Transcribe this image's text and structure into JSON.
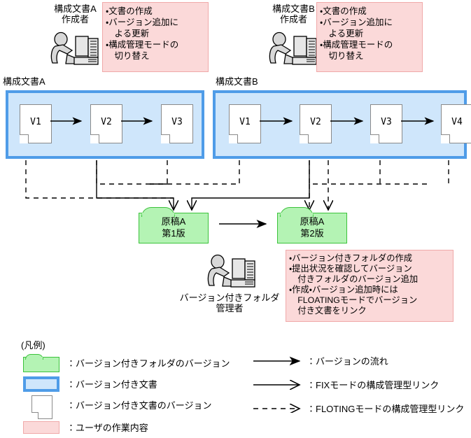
{
  "diagram": {
    "actors": [
      {
        "id": "author-a",
        "label": "構成文書A\n作成者",
        "icon": "person-at-computer-icon",
        "tasks": "・文書の作成\n・バージョン追加に\n　よる更新\n・構成管理モードの\n　切り替え"
      },
      {
        "id": "author-b",
        "label": "構成文書B\n作成者",
        "icon": "person-at-computer-icon",
        "tasks": "・文書の作成\n・バージョン追加に\n　よる更新\n・構成管理モードの\n　切り替え"
      },
      {
        "id": "folder-manager",
        "label": "バージョン付きフォルダ\n管理者",
        "icon": "person-at-computer-icon",
        "tasks": "・バージョン付きフォルダの作成\n・提出状況を確認してバージョン\n　付きフォルダのバージョン追加\n・作成・バージョン追加時には\n　FLOATINGモードでバージョン\n　付き文書をリンク"
      }
    ],
    "document_groups": [
      {
        "id": "group-a",
        "label": "構成文書A",
        "versions": [
          "V1",
          "V2",
          "V3"
        ]
      },
      {
        "id": "group-b",
        "label": "構成文書B",
        "versions": [
          "V1",
          "V2",
          "V3",
          "V4"
        ]
      }
    ],
    "folders": [
      {
        "id": "manuscript-a-v1",
        "label": "原稿A\n第1版"
      },
      {
        "id": "manuscript-a-v2",
        "label": "原稿A\n第2版"
      }
    ]
  },
  "legend": {
    "title": "(凡例)",
    "left_items": [
      {
        "swatch": "green-folder-swatch",
        "text": "：バージョン付きフォルダのバージョン"
      },
      {
        "swatch": "blue-box-swatch",
        "text": "：バージョン付き文書"
      },
      {
        "swatch": "white-document-swatch",
        "text": "：バージョン付き文書のバージョン"
      },
      {
        "swatch": "pink-box-swatch",
        "text": "：ユーザの作業内容"
      }
    ],
    "right_items": [
      {
        "swatch": "solid-filled-arrow",
        "text": "：バージョンの流れ"
      },
      {
        "swatch": "solid-open-arrow",
        "text": "：FIXモードの構成管理型リンク"
      },
      {
        "swatch": "dashed-open-arrow",
        "text": "：FLOTINGモードの構成管理型リンク"
      }
    ]
  },
  "colors": {
    "pink_fill": "#fbd9d9",
    "pink_border": "#f0a9a9",
    "blue_fill": "#cfe6fb",
    "blue_border": "#4f9ce8",
    "green_fill": "#b4f3b4",
    "green_border": "#3bc23b",
    "doc_border": "#8a8a8a",
    "line": "#000000"
  }
}
